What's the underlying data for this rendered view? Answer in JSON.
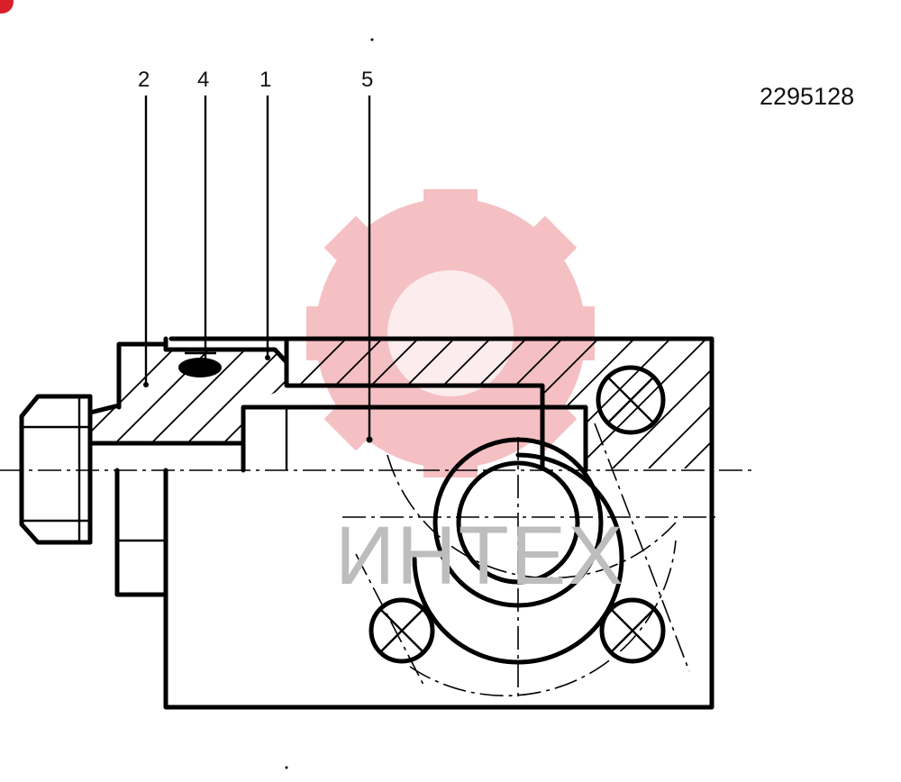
{
  "drawing": {
    "document_number": "2295128",
    "callouts": [
      {
        "label": "2"
      },
      {
        "label": "4"
      },
      {
        "label": "1"
      },
      {
        "label": "5"
      }
    ],
    "watermark": {
      "text": "ИНТЕХ",
      "color": "#f4b6b9"
    },
    "corner_mark_color": "#d81f2a"
  }
}
